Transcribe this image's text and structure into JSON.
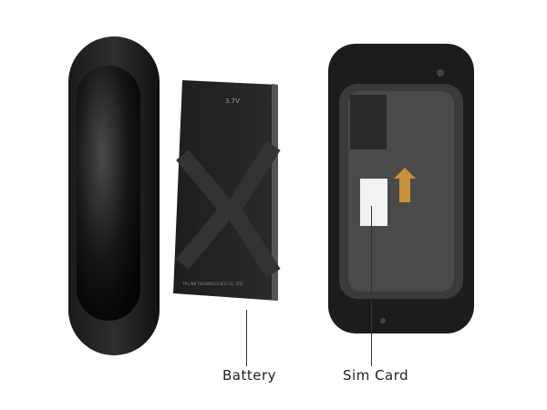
{
  "labels": {
    "battery": "Battery",
    "sim_card": "Sim Card"
  },
  "battery_print": {
    "voltage": "3.7V",
    "maker": "TP-LINK TECHNOLOGIES CO., LTD."
  }
}
